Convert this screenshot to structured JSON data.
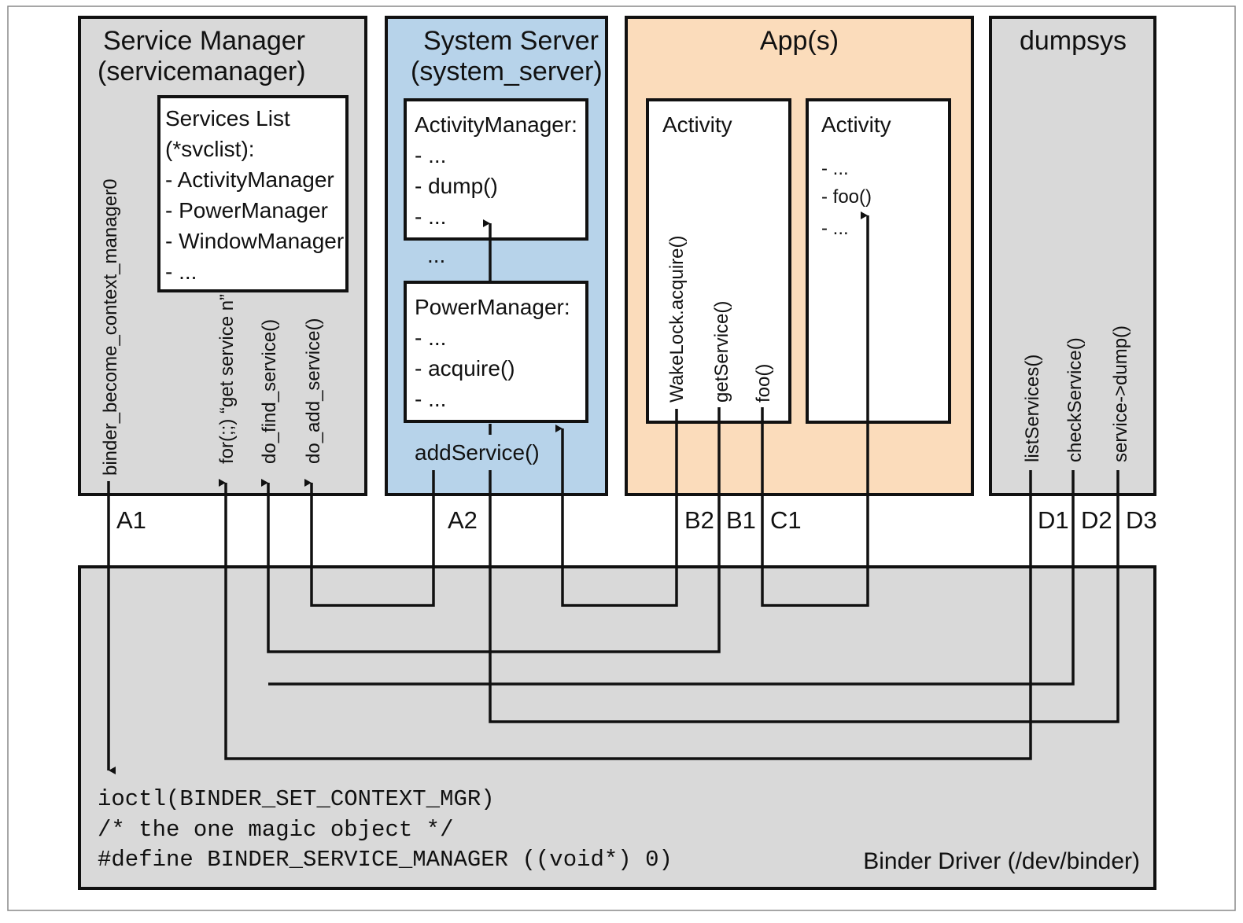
{
  "colors": {
    "gray": "#d9d9d9",
    "blue": "#b7d3ea",
    "peach": "#fbdcbb",
    "stroke": "#111111"
  },
  "service_manager": {
    "title_line1": "Service Manager",
    "title_line2": "(servicemanager)",
    "services_list": [
      "Services List",
      "(*svclist):",
      "- ActivityManager",
      "- PowerManager",
      "- WindowManager",
      "- ..."
    ],
    "calls": {
      "become_ctx": "binder_become_context_manager0",
      "for_loop": "for(;;) “get service n”",
      "find": "do_find_service()",
      "add": "do_add_service()"
    }
  },
  "system_server": {
    "title_line1": "System Server",
    "title_line2": "(system_server)",
    "activity_manager": [
      "ActivityManager:",
      "- ...",
      "- dump()",
      "- ..."
    ],
    "ellipsis": "...",
    "power_manager": [
      "PowerManager:",
      "- ...",
      "- acquire()",
      "- ..."
    ],
    "add_service": "addService()"
  },
  "apps": {
    "title": "App(s)",
    "activity1": {
      "title": "Activity",
      "calls": [
        "WakeLock.acquire()",
        "getService()",
        "foo()"
      ]
    },
    "activity2": {
      "title": "Activity",
      "lines": [
        "- ...",
        "- foo()",
        "- ..."
      ]
    }
  },
  "dumpsys": {
    "title": "dumpsys",
    "calls": [
      "listServices()",
      "checkService()",
      "service->dump()"
    ]
  },
  "flow_labels": {
    "a1": "A1",
    "a2": "A2",
    "b2": "B2",
    "b1": "B1",
    "c1": "C1",
    "d1": "D1",
    "d2": "D2",
    "d3": "D3"
  },
  "binder_driver": {
    "code_lines": [
      "ioctl(BINDER_SET_CONTEXT_MGR)",
      "/* the one magic object */",
      "#define BINDER_SERVICE_MANAGER ((void*) 0)"
    ],
    "label": "Binder Driver (/dev/binder)"
  }
}
